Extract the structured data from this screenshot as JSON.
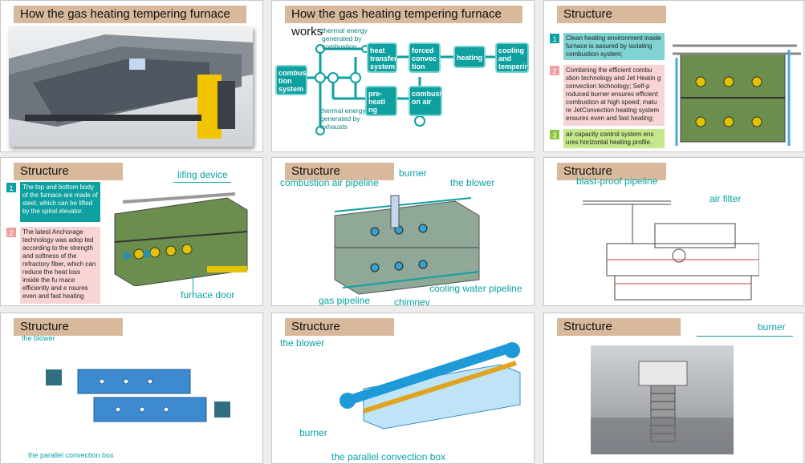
{
  "slides": [
    {
      "title": "How the gas heating tempering furnace works"
    },
    {
      "title": "How the gas heating tempering furnace works",
      "flow": {
        "combustion_system": "combus tion system",
        "thermal_energy_combustion": "thermal energy generated by combustion",
        "thermal_energy_exhausts": "thermal energy generated by exhausts",
        "heat_transfer_system": "heat transfer system",
        "forced_convection_system": "forced convec tion system",
        "heating": "heating",
        "cooling": "cooling and tempering",
        "preheating_system": "pre-heati ng system",
        "combustion_air": "combusti on air"
      }
    },
    {
      "title": "Structure",
      "points": [
        {
          "num": "1",
          "text": "Clean heating environment inside furnace is assured by isolating combustion system;"
        },
        {
          "num": "2",
          "text": "Combining the efficient combu stion technology and Jet Heatin g convection technology; Self-p roduced burner ensures efficient combustion at high speed; matu re JetConvection heating system ensures even and fast heating;"
        },
        {
          "num": "3",
          "text": "air capacity control system ens ures horizontal heating profile."
        }
      ]
    },
    {
      "title": "Structure",
      "labels": {
        "lifting": "lifing device",
        "door": "furnace door"
      },
      "points": [
        {
          "num": "1",
          "text": "The top and bottom body of the furnace are made of steel, which can be lifted by the spiral elevator."
        },
        {
          "num": "2",
          "text": "The latest Anchorage technology was adop ted according to the strength and softness of the refractory fiber, which can reduce the heat loss inside the fu rnace efficiently and e nsures even and fast heating"
        }
      ]
    },
    {
      "title": "Structure",
      "labels": {
        "burner": "burner",
        "combustion_air": "combustion air pipeline",
        "blower": "the blower",
        "gas": "gas pipeline",
        "chimney": "chimney",
        "cooling": "cooling water pipeline"
      }
    },
    {
      "title": "Structure",
      "labels": {
        "pipeline": "blast-proof pipeline",
        "filter": "air filter"
      }
    },
    {
      "title": "Structure",
      "labels": {
        "blower": "the blower",
        "box": "the parallel convection box"
      }
    },
    {
      "title": "Structure",
      "labels": {
        "blower": "the blower",
        "burner": "burner",
        "box": "the parallel convection box"
      }
    },
    {
      "title": "Structure",
      "labels": {
        "burner": "burner"
      }
    }
  ]
}
